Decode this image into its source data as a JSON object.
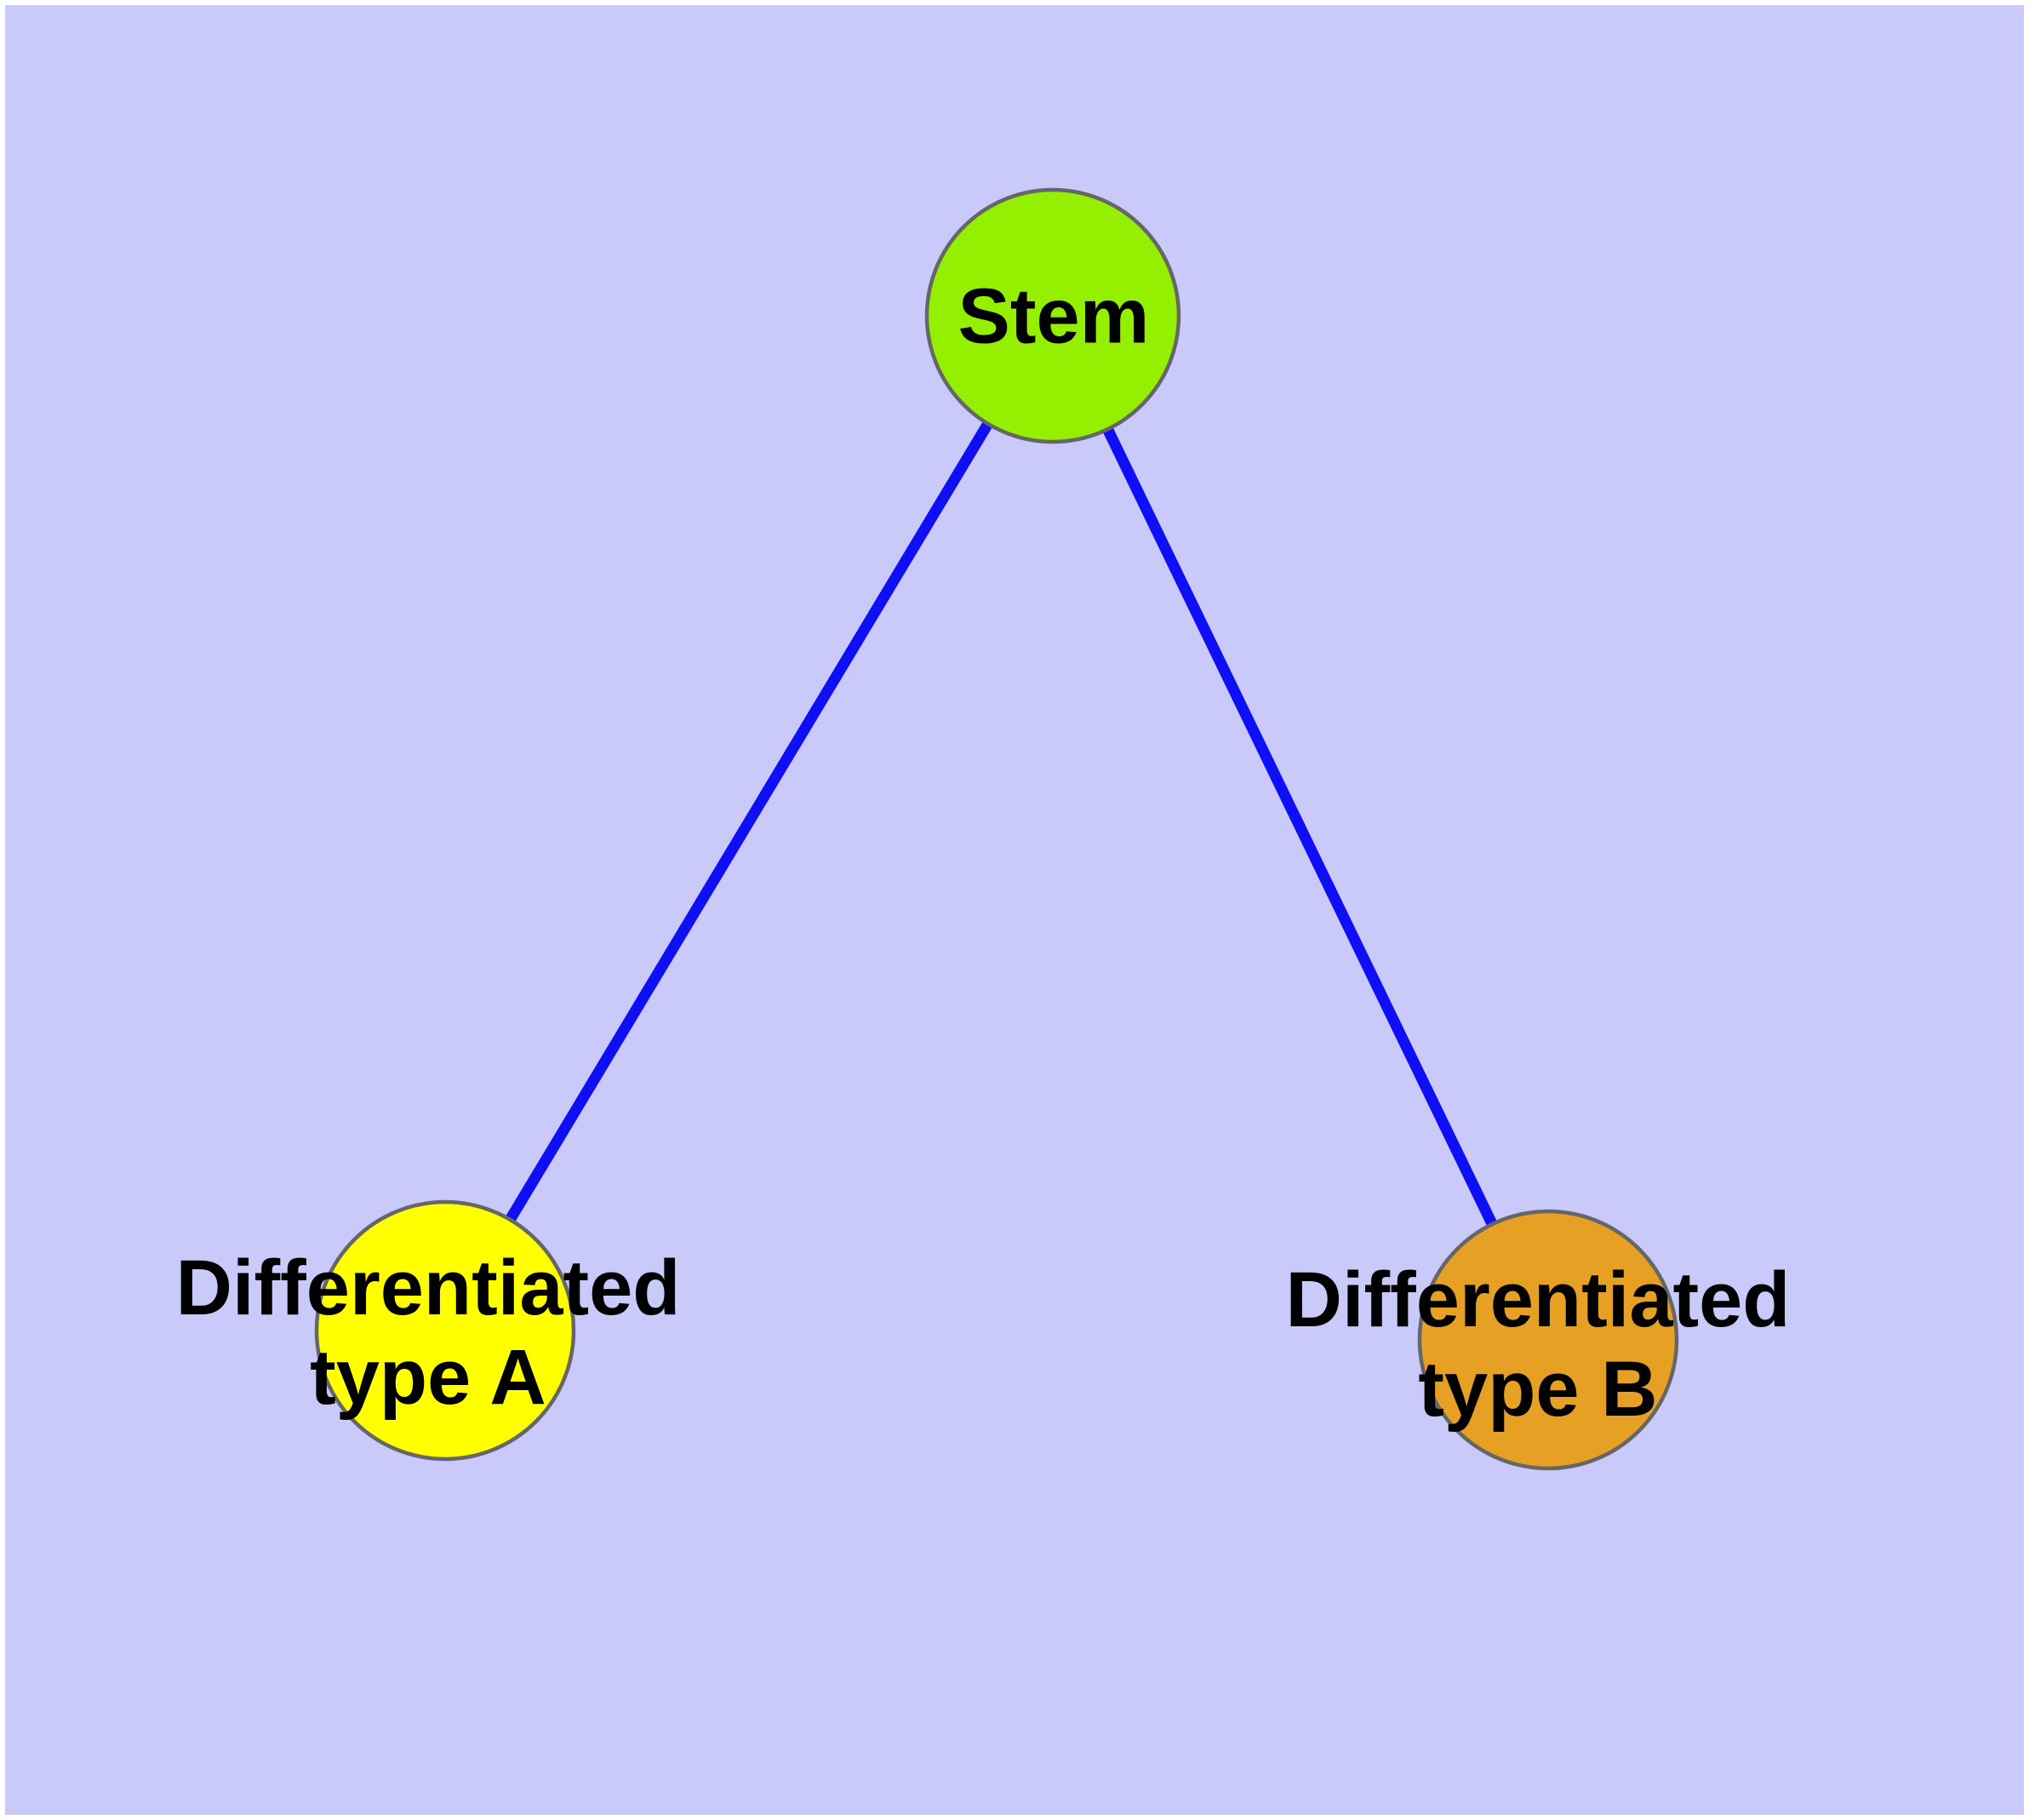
{
  "diagram": {
    "background_color": "#c9c9fa",
    "frame_color": "#ffffff",
    "edge_color": "#0f0ff5",
    "node_border_color": "#666666",
    "label_color": "#000000",
    "nodes": [
      {
        "id": "stem",
        "label": "Stem",
        "line1": "Stem",
        "fill": "#94f000"
      },
      {
        "id": "differentiated-type-a",
        "label": "Differentiated type A",
        "line1": "Differentiated",
        "line2": "type A",
        "fill": "#ffff00"
      },
      {
        "id": "differentiated-type-b",
        "label": "Differentiated type B",
        "line1": "Differentiated",
        "line2": "type B",
        "fill": "#e6a124"
      }
    ],
    "edges": [
      {
        "from": "Stem",
        "to": "Differentiated type A"
      },
      {
        "from": "Stem",
        "to": "Differentiated type B"
      }
    ]
  }
}
